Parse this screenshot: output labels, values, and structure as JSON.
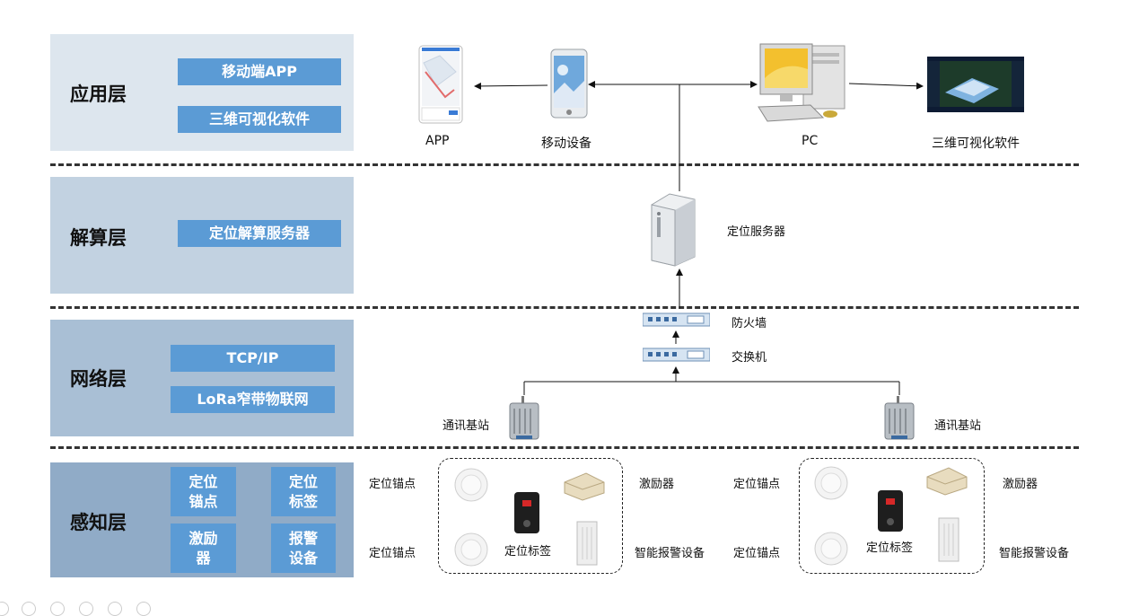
{
  "layers": {
    "application": {
      "name": "应用层",
      "tags": [
        "移动端APP",
        "三维可视化软件"
      ]
    },
    "compute": {
      "name": "解算层",
      "tags": [
        "定位解算服务器"
      ]
    },
    "network": {
      "name": "网络层",
      "tags": [
        "TCP/IP",
        "LoRa窄带物联网"
      ]
    },
    "perception": {
      "name": "感知层",
      "tags": [
        "定位锚点",
        "定位标签",
        "激励器",
        "报警设备"
      ]
    }
  },
  "devices": {
    "app": "APP",
    "mobile": "移动设备",
    "pc": "PC",
    "software3d": "三维可视化软件",
    "server": "定位服务器",
    "firewall": "防火墙",
    "switch": "交换机",
    "base_station_left": "通讯基站",
    "base_station_right": "通讯基站"
  },
  "groups": {
    "left": {
      "anchor_top": "定位锚点",
      "anchor_bottom": "定位锚点",
      "tag": "定位标签",
      "exciter": "激励器",
      "alarm": "智能报警设备"
    },
    "right": {
      "anchor_top": "定位锚点",
      "anchor_bottom": "定位锚点",
      "tag": "定位标签",
      "exciter": "激励器",
      "alarm": "智能报警设备"
    }
  },
  "colors": {
    "layer_app": "#dde6ee",
    "layer_compute": "#c2d2e1",
    "layer_network": "#a9bfd5",
    "layer_perception": "#90abc7",
    "tag_blue": "#5b9bd5"
  }
}
